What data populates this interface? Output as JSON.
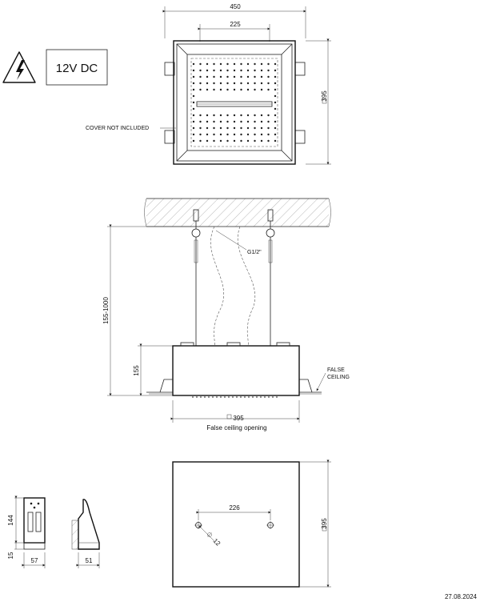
{
  "warning": {
    "icon": "electric-hazard-icon",
    "voltage_label": "12V DC"
  },
  "top_view": {
    "outer_width": "450",
    "inner_width": "225",
    "depth": "395",
    "cover_note": "COVER NOT INCLUDED"
  },
  "side_view": {
    "drop_range": "155-1000",
    "connection": "G1/2\"",
    "box_height": "155",
    "false_ceiling": [
      "FALSE",
      "CEILING"
    ],
    "opening_size": "395",
    "opening_label": "False ceiling opening"
  },
  "control_view": {
    "plate_height": "144",
    "plate_base": "15",
    "plate_width": "57",
    "side_depth": "51"
  },
  "cutout_view": {
    "hole_spacing": "226",
    "hole_diameter": "12",
    "size": "395"
  },
  "date": "27.08.2024"
}
